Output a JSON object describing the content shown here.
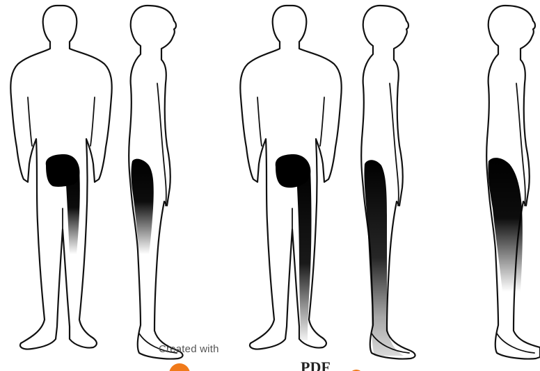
{
  "watermark": {
    "caption": "Created with",
    "brand": "nitro PDF professional"
  },
  "figures": [
    {
      "id": "figure-1",
      "view": "posterior",
      "pain_region": "buttock and posterior thigh"
    },
    {
      "id": "figure-2",
      "view": "lateral",
      "pain_region": "buttock and posterior thigh"
    },
    {
      "id": "figure-3",
      "view": "posterior",
      "pain_region": "buttock, posterior thigh and calf"
    },
    {
      "id": "figure-4",
      "view": "lateral",
      "pain_region": "buttock, posterior thigh, calf and foot"
    },
    {
      "id": "figure-5",
      "view": "lateral",
      "pain_region": "buttock, posterior thigh and calf"
    }
  ],
  "colors": {
    "outline": "#111111",
    "pain_shading": "#000000",
    "background": "#ffffff"
  }
}
